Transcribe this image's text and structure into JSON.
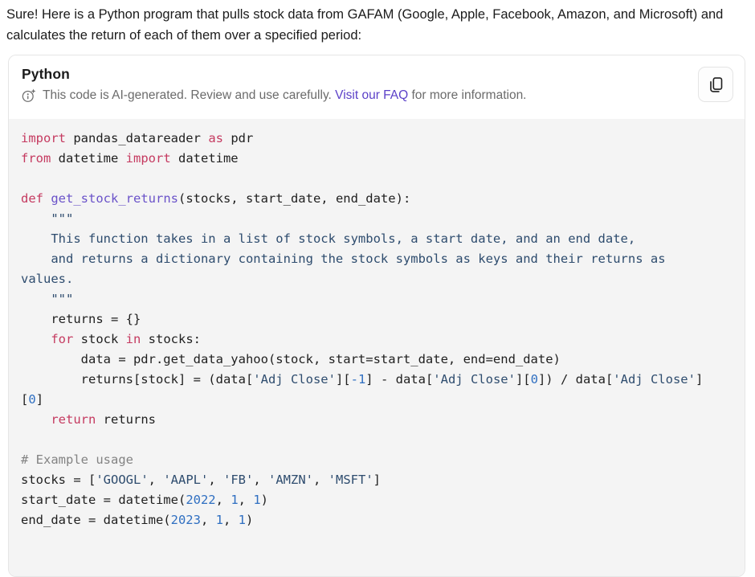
{
  "intro": "Sure! Here is a Python program that pulls stock data from GAFAM (Google, Apple, Facebook, Amazon, and Microsoft) and calculates the return of each of them over a specified period:",
  "code_card": {
    "language_label": "Python",
    "disclaimer": {
      "icon": "ai-generated-info-sparkle-icon",
      "text_before_link": "This code is AI-generated. Review and use carefully. ",
      "link_text": "Visit our FAQ",
      "text_after_link": " for more information."
    },
    "copy_button": {
      "icon": "copy-icon"
    },
    "colors": {
      "keyword": "#c53a60",
      "string": "#2e4c6e",
      "number": "#2f6fc1",
      "function": "#6a52c9",
      "comment": "#838383",
      "plain": "#1f1f1f",
      "code_bg": "#f4f4f4",
      "link": "#5b40c8"
    },
    "code": {
      "language": "python",
      "lines": [
        [
          {
            "t": "import",
            "c": "kw"
          },
          {
            "t": " pandas_datareader ",
            "c": "pl"
          },
          {
            "t": "as",
            "c": "kw"
          },
          {
            "t": " pdr",
            "c": "pl"
          }
        ],
        [
          {
            "t": "from",
            "c": "kw"
          },
          {
            "t": " datetime ",
            "c": "pl"
          },
          {
            "t": "import",
            "c": "kw"
          },
          {
            "t": " datetime",
            "c": "pl"
          }
        ],
        [],
        [
          {
            "t": "def",
            "c": "kw"
          },
          {
            "t": " ",
            "c": "pl"
          },
          {
            "t": "get_stock_returns",
            "c": "fn"
          },
          {
            "t": "(stocks, start_date, end_date):",
            "c": "pl"
          }
        ],
        [
          {
            "t": "    \"\"\"",
            "c": "str"
          }
        ],
        [
          {
            "t": "    This function takes in a list of stock symbols, a start date, and an end date,",
            "c": "str"
          }
        ],
        [
          {
            "t": "    and returns a dictionary containing the stock symbols as keys and their returns as",
            "c": "str"
          }
        ],
        [
          {
            "t": "values.",
            "c": "str"
          }
        ],
        [
          {
            "t": "    \"\"\"",
            "c": "str"
          }
        ],
        [
          {
            "t": "    returns = {}",
            "c": "pl"
          }
        ],
        [
          {
            "t": "    ",
            "c": "pl"
          },
          {
            "t": "for",
            "c": "kw"
          },
          {
            "t": " stock ",
            "c": "pl"
          },
          {
            "t": "in",
            "c": "kw"
          },
          {
            "t": " stocks:",
            "c": "pl"
          }
        ],
        [
          {
            "t": "        data = pdr.get_data_yahoo(stock, start=start_date, end=end_date)",
            "c": "pl"
          }
        ],
        [
          {
            "t": "        returns[stock] = (data[",
            "c": "pl"
          },
          {
            "t": "'Adj Close'",
            "c": "str"
          },
          {
            "t": "][",
            "c": "pl"
          },
          {
            "t": "-1",
            "c": "num"
          },
          {
            "t": "] - data[",
            "c": "pl"
          },
          {
            "t": "'Adj Close'",
            "c": "str"
          },
          {
            "t": "][",
            "c": "pl"
          },
          {
            "t": "0",
            "c": "num"
          },
          {
            "t": "]) / data[",
            "c": "pl"
          },
          {
            "t": "'Adj Close'",
            "c": "str"
          },
          {
            "t": "]",
            "c": "pl"
          }
        ],
        [
          {
            "t": "[",
            "c": "pl"
          },
          {
            "t": "0",
            "c": "num"
          },
          {
            "t": "]",
            "c": "pl"
          }
        ],
        [
          {
            "t": "    ",
            "c": "pl"
          },
          {
            "t": "return",
            "c": "kw"
          },
          {
            "t": " returns",
            "c": "pl"
          }
        ],
        [],
        [
          {
            "t": "# Example usage",
            "c": "cm"
          }
        ],
        [
          {
            "t": "stocks = [",
            "c": "pl"
          },
          {
            "t": "'GOOGL'",
            "c": "str"
          },
          {
            "t": ", ",
            "c": "pl"
          },
          {
            "t": "'AAPL'",
            "c": "str"
          },
          {
            "t": ", ",
            "c": "pl"
          },
          {
            "t": "'FB'",
            "c": "str"
          },
          {
            "t": ", ",
            "c": "pl"
          },
          {
            "t": "'AMZN'",
            "c": "str"
          },
          {
            "t": ", ",
            "c": "pl"
          },
          {
            "t": "'MSFT'",
            "c": "str"
          },
          {
            "t": "]",
            "c": "pl"
          }
        ],
        [
          {
            "t": "start_date = datetime(",
            "c": "pl"
          },
          {
            "t": "2022",
            "c": "num"
          },
          {
            "t": ", ",
            "c": "pl"
          },
          {
            "t": "1",
            "c": "num"
          },
          {
            "t": ", ",
            "c": "pl"
          },
          {
            "t": "1",
            "c": "num"
          },
          {
            "t": ")",
            "c": "pl"
          }
        ],
        [
          {
            "t": "end_date = datetime(",
            "c": "pl"
          },
          {
            "t": "2023",
            "c": "num"
          },
          {
            "t": ", ",
            "c": "pl"
          },
          {
            "t": "1",
            "c": "num"
          },
          {
            "t": ", ",
            "c": "pl"
          },
          {
            "t": "1",
            "c": "num"
          },
          {
            "t": ")",
            "c": "pl"
          }
        ]
      ]
    }
  }
}
